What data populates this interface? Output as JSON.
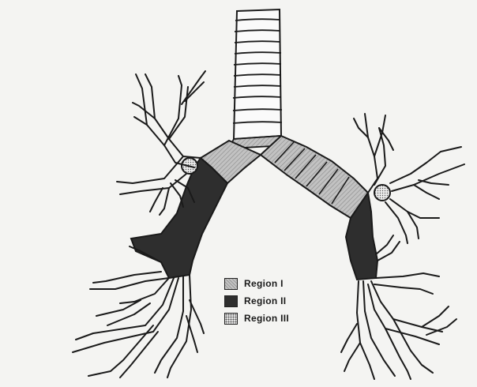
{
  "legend": {
    "items": [
      {
        "label": "Region",
        "numeral": "I",
        "fill": "#b0b0b0",
        "pattern": "fine-hatch"
      },
      {
        "label": "Region",
        "numeral": "II",
        "fill": "#2e2e2e",
        "pattern": "solid-dark"
      },
      {
        "label": "Region",
        "numeral": "III",
        "fill": "#d8d8d8",
        "pattern": "dotted"
      }
    ]
  },
  "colors": {
    "background": "#f4f4f2",
    "ink": "#1a1a1a",
    "region_1": "#b0b0b0",
    "region_2": "#2e2e2e",
    "region_3": "#d8d8d8"
  }
}
